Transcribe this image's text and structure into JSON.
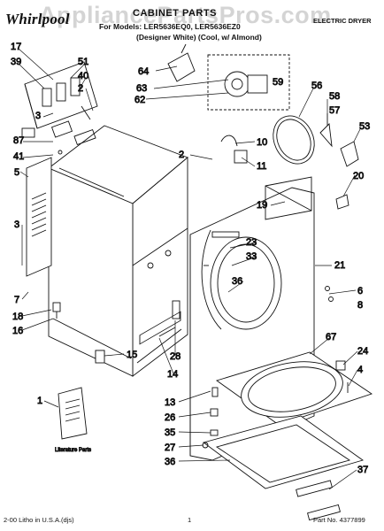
{
  "header": {
    "brand": "Whirlpool",
    "title": "CABINET PARTS",
    "models": "For Models: LER5636EQ0, LER5636EZ0",
    "colors": "(Designer White)    (Cool, w/ Almond)",
    "product_type": "ELECTRIC DRYER",
    "watermark": "AppliancePartsPros.com"
  },
  "footer": {
    "left": "2-00 Litho in U.S.A.(djs)",
    "page": "1",
    "part_no": "Part No. 4377899"
  },
  "literature_label": "Literature Parts",
  "callouts": [
    "17",
    "39",
    "51",
    "40",
    "2",
    "3",
    "87",
    "41",
    "5",
    "64",
    "63",
    "62",
    "59",
    "56",
    "58",
    "57",
    "53",
    "10",
    "11",
    "2",
    "20",
    "19",
    "3",
    "7",
    "18",
    "16",
    "23",
    "33",
    "36",
    "21",
    "6",
    "8",
    "67",
    "24",
    "4",
    "15",
    "28",
    "14",
    "1",
    "13",
    "26",
    "35",
    "27",
    "36",
    "37"
  ]
}
